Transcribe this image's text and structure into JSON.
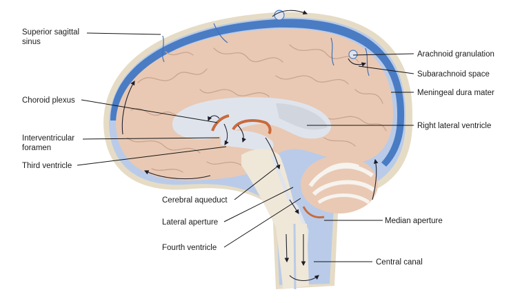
{
  "figure": {
    "labels": {
      "superior_sagittal_sinus": [
        "Superior sagittal",
        "sinus"
      ],
      "choroid_plexus": "Choroid plexus",
      "interventricular_foramen": [
        "Interventricular",
        "foramen"
      ],
      "third_ventricle": "Third ventricle",
      "cerebral_aqueduct": "Cerebral aqueduct",
      "lateral_aperture": "Lateral aperture",
      "fourth_ventricle": "Fourth ventricle",
      "arachnoid_granulation": "Arachnoid granulation",
      "subarachnoid_space": "Subarachnoid space",
      "meningeal_dura_mater": "Meningeal dura mater",
      "right_lateral_ventricle": "Right lateral ventricle",
      "median_aperture": "Median aperture",
      "central_canal": "Central canal"
    }
  },
  "colors": {
    "dura_outer": "#e6dcc6",
    "sinus_blue": "#4a7cc4",
    "csf_light_blue": "#b9cbe8",
    "brain_tan": "#e9c9b4",
    "gyrus_line": "#c9a48f",
    "ventricle": "#dfe4ec",
    "choroid_plexus": "#c96a3c",
    "cerebellum_white": "#f7f3ee"
  }
}
